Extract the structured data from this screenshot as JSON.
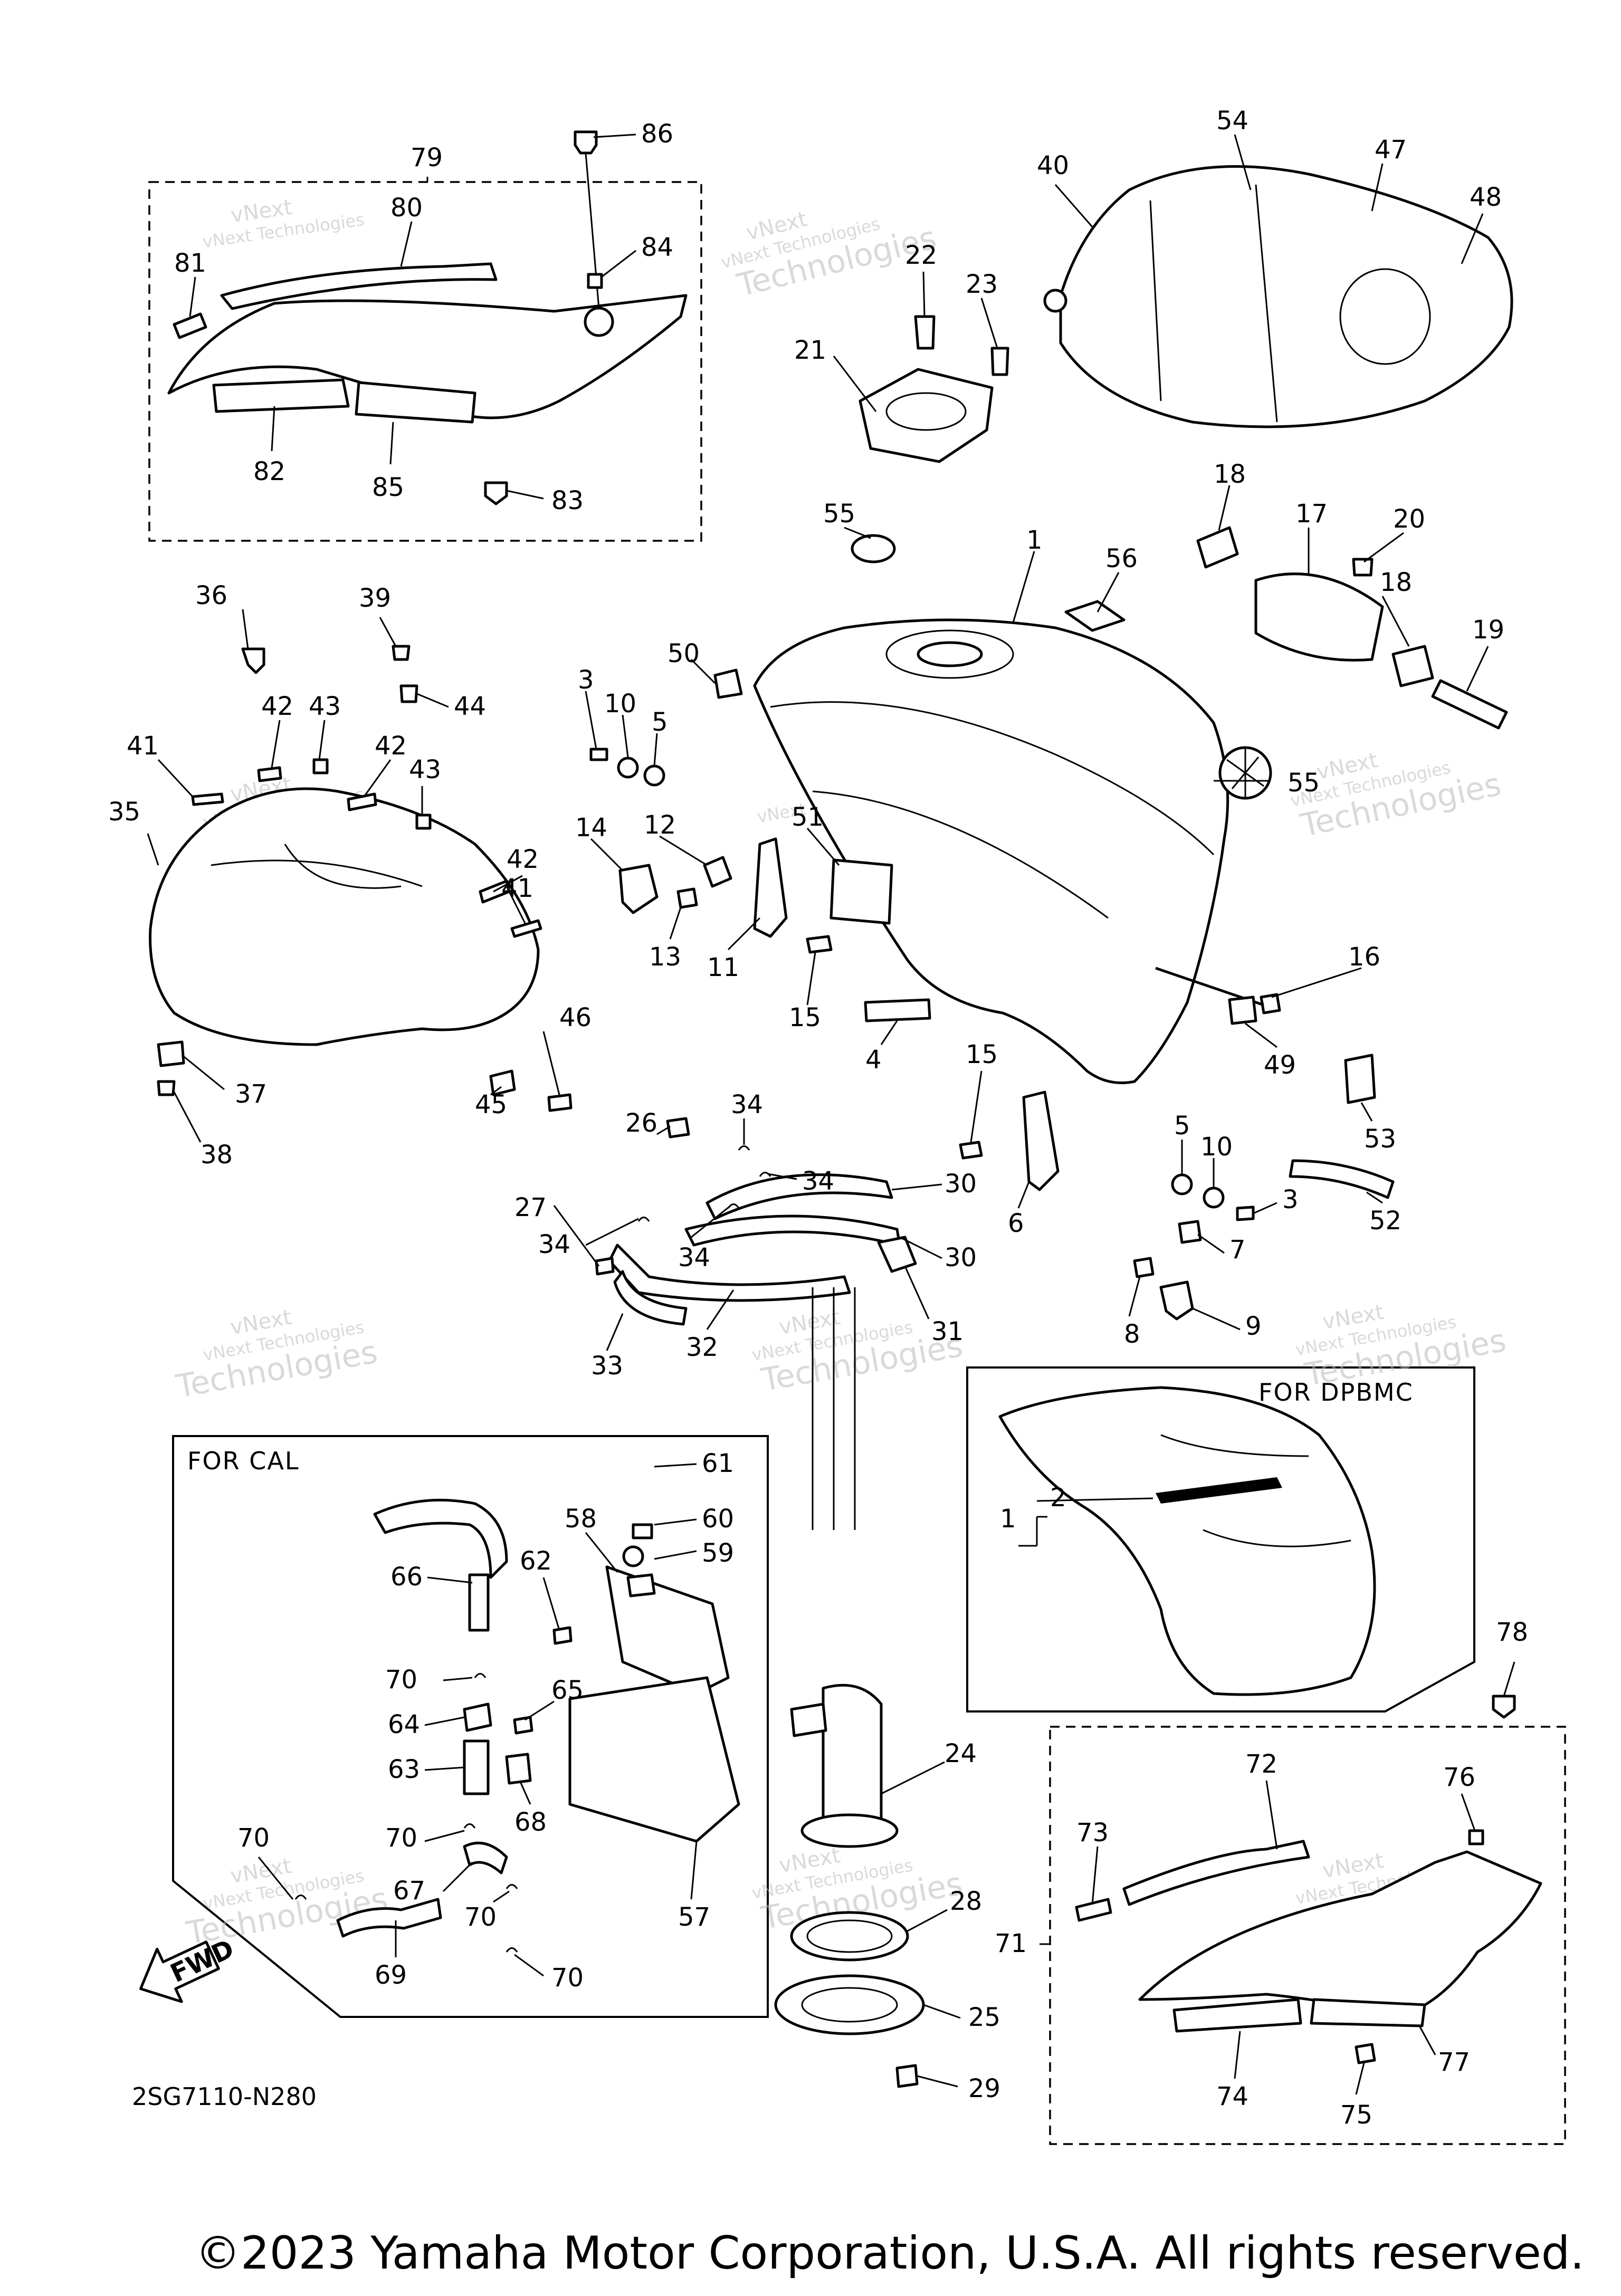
{
  "diagram": {
    "diagram_code": "2SG7110-N280",
    "copyright": "©2023 Yamaha Motor Corporation, U.S.A. All rights reserved.",
    "watermark": {
      "line1": "vNext",
      "line2": "vNext Technologies",
      "line3": "Technologies"
    },
    "sections": {
      "for_cal": "FOR CAL",
      "for_dpbmc": "FOR DPBMC"
    },
    "fwd_label": "FWD",
    "callouts": [
      {
        "id": "c1",
        "label": "1"
      },
      {
        "id": "c2",
        "label": "2"
      },
      {
        "id": "c3",
        "label": "3"
      },
      {
        "id": "c4",
        "label": "4"
      },
      {
        "id": "c5",
        "label": "5"
      },
      {
        "id": "c6",
        "label": "6"
      },
      {
        "id": "c7",
        "label": "7"
      },
      {
        "id": "c8",
        "label": "8"
      },
      {
        "id": "c9",
        "label": "9"
      },
      {
        "id": "c10",
        "label": "10"
      },
      {
        "id": "c11",
        "label": "11"
      },
      {
        "id": "c12",
        "label": "12"
      },
      {
        "id": "c13",
        "label": "13"
      },
      {
        "id": "c14",
        "label": "14"
      },
      {
        "id": "c15",
        "label": "15"
      },
      {
        "id": "c16",
        "label": "16"
      },
      {
        "id": "c17",
        "label": "17"
      },
      {
        "id": "c18",
        "label": "18"
      },
      {
        "id": "c19",
        "label": "19"
      },
      {
        "id": "c20",
        "label": "20"
      },
      {
        "id": "c21",
        "label": "21"
      },
      {
        "id": "c22",
        "label": "22"
      },
      {
        "id": "c23",
        "label": "23"
      },
      {
        "id": "c24",
        "label": "24"
      },
      {
        "id": "c25",
        "label": "25"
      },
      {
        "id": "c26",
        "label": "26"
      },
      {
        "id": "c27",
        "label": "27"
      },
      {
        "id": "c28",
        "label": "28"
      },
      {
        "id": "c29",
        "label": "29"
      },
      {
        "id": "c30",
        "label": "30"
      },
      {
        "id": "c31",
        "label": "31"
      },
      {
        "id": "c32",
        "label": "32"
      },
      {
        "id": "c33",
        "label": "33"
      },
      {
        "id": "c34",
        "label": "34"
      },
      {
        "id": "c35",
        "label": "35"
      },
      {
        "id": "c36",
        "label": "36"
      },
      {
        "id": "c37",
        "label": "37"
      },
      {
        "id": "c38",
        "label": "38"
      },
      {
        "id": "c39",
        "label": "39"
      },
      {
        "id": "c40",
        "label": "40"
      },
      {
        "id": "c41",
        "label": "41"
      },
      {
        "id": "c42",
        "label": "42"
      },
      {
        "id": "c43",
        "label": "43"
      },
      {
        "id": "c44",
        "label": "44"
      },
      {
        "id": "c45",
        "label": "45"
      },
      {
        "id": "c46",
        "label": "46"
      },
      {
        "id": "c47",
        "label": "47"
      },
      {
        "id": "c48",
        "label": "48"
      },
      {
        "id": "c49",
        "label": "49"
      },
      {
        "id": "c50",
        "label": "50"
      },
      {
        "id": "c51",
        "label": "51"
      },
      {
        "id": "c52",
        "label": "52"
      },
      {
        "id": "c53",
        "label": "53"
      },
      {
        "id": "c54",
        "label": "54"
      },
      {
        "id": "c55",
        "label": "55"
      },
      {
        "id": "c56",
        "label": "56"
      },
      {
        "id": "c57",
        "label": "57"
      },
      {
        "id": "c58",
        "label": "58"
      },
      {
        "id": "c59",
        "label": "59"
      },
      {
        "id": "c60",
        "label": "60"
      },
      {
        "id": "c61",
        "label": "61"
      },
      {
        "id": "c62",
        "label": "62"
      },
      {
        "id": "c63",
        "label": "63"
      },
      {
        "id": "c64",
        "label": "64"
      },
      {
        "id": "c65",
        "label": "65"
      },
      {
        "id": "c66",
        "label": "66"
      },
      {
        "id": "c67",
        "label": "67"
      },
      {
        "id": "c68",
        "label": "68"
      },
      {
        "id": "c69",
        "label": "69"
      },
      {
        "id": "c70",
        "label": "70"
      },
      {
        "id": "c71",
        "label": "71"
      },
      {
        "id": "c72",
        "label": "72"
      },
      {
        "id": "c73",
        "label": "73"
      },
      {
        "id": "c74",
        "label": "74"
      },
      {
        "id": "c75",
        "label": "75"
      },
      {
        "id": "c76",
        "label": "76"
      },
      {
        "id": "c77",
        "label": "77"
      },
      {
        "id": "c78",
        "label": "78"
      },
      {
        "id": "c79",
        "label": "79"
      },
      {
        "id": "c80",
        "label": "80"
      },
      {
        "id": "c81",
        "label": "81"
      },
      {
        "id": "c82",
        "label": "82"
      },
      {
        "id": "c83",
        "label": "83"
      },
      {
        "id": "c84",
        "label": "84"
      },
      {
        "id": "c85",
        "label": "85"
      },
      {
        "id": "c86",
        "label": "86"
      }
    ]
  }
}
